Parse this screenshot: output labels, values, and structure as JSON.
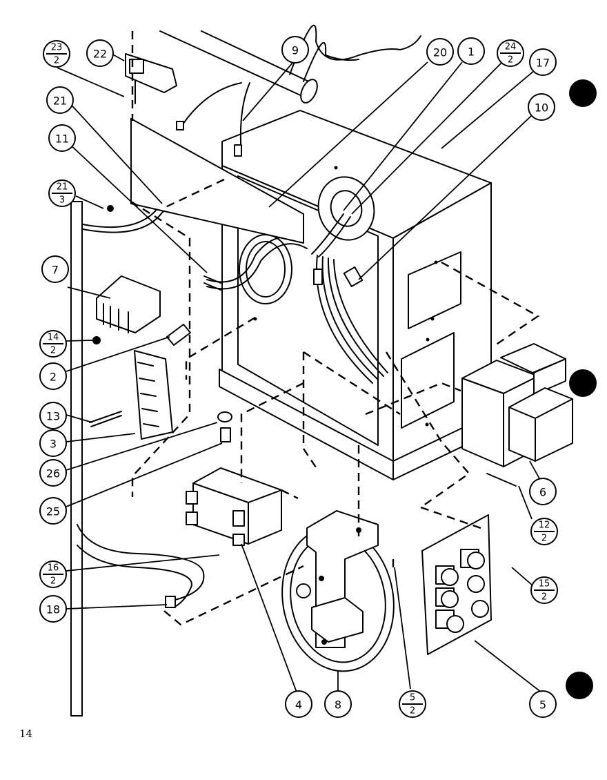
{
  "page_number": "14",
  "callouts": [
    {
      "id": "23-2",
      "top": "23",
      "bottom": "2"
    },
    {
      "id": "22",
      "label": "22"
    },
    {
      "id": "9",
      "label": "9"
    },
    {
      "id": "20",
      "label": "20"
    },
    {
      "id": "1",
      "label": "1"
    },
    {
      "id": "24-2",
      "top": "24",
      "bottom": "2"
    },
    {
      "id": "17",
      "label": "17"
    },
    {
      "id": "21",
      "label": "21"
    },
    {
      "id": "10",
      "label": "10"
    },
    {
      "id": "11",
      "label": "11"
    },
    {
      "id": "21-3",
      "top": "21",
      "bottom": "3"
    },
    {
      "id": "7",
      "label": "7"
    },
    {
      "id": "14-2",
      "top": "14",
      "bottom": "2"
    },
    {
      "id": "2",
      "label": "2"
    },
    {
      "id": "13",
      "label": "13"
    },
    {
      "id": "3",
      "label": "3"
    },
    {
      "id": "26",
      "label": "26"
    },
    {
      "id": "25",
      "label": "25"
    },
    {
      "id": "6a",
      "label": "6"
    },
    {
      "id": "12-2",
      "top": "12",
      "bottom": "2"
    },
    {
      "id": "16-2",
      "top": "16",
      "bottom": "2"
    },
    {
      "id": "18",
      "label": "18"
    },
    {
      "id": "15-2a",
      "top": "15",
      "bottom": "2"
    },
    {
      "id": "4",
      "label": "4"
    },
    {
      "id": "8",
      "label": "8"
    },
    {
      "id": "5-2",
      "top": "5",
      "bottom": "2"
    },
    {
      "id": "5",
      "label": "5"
    }
  ]
}
